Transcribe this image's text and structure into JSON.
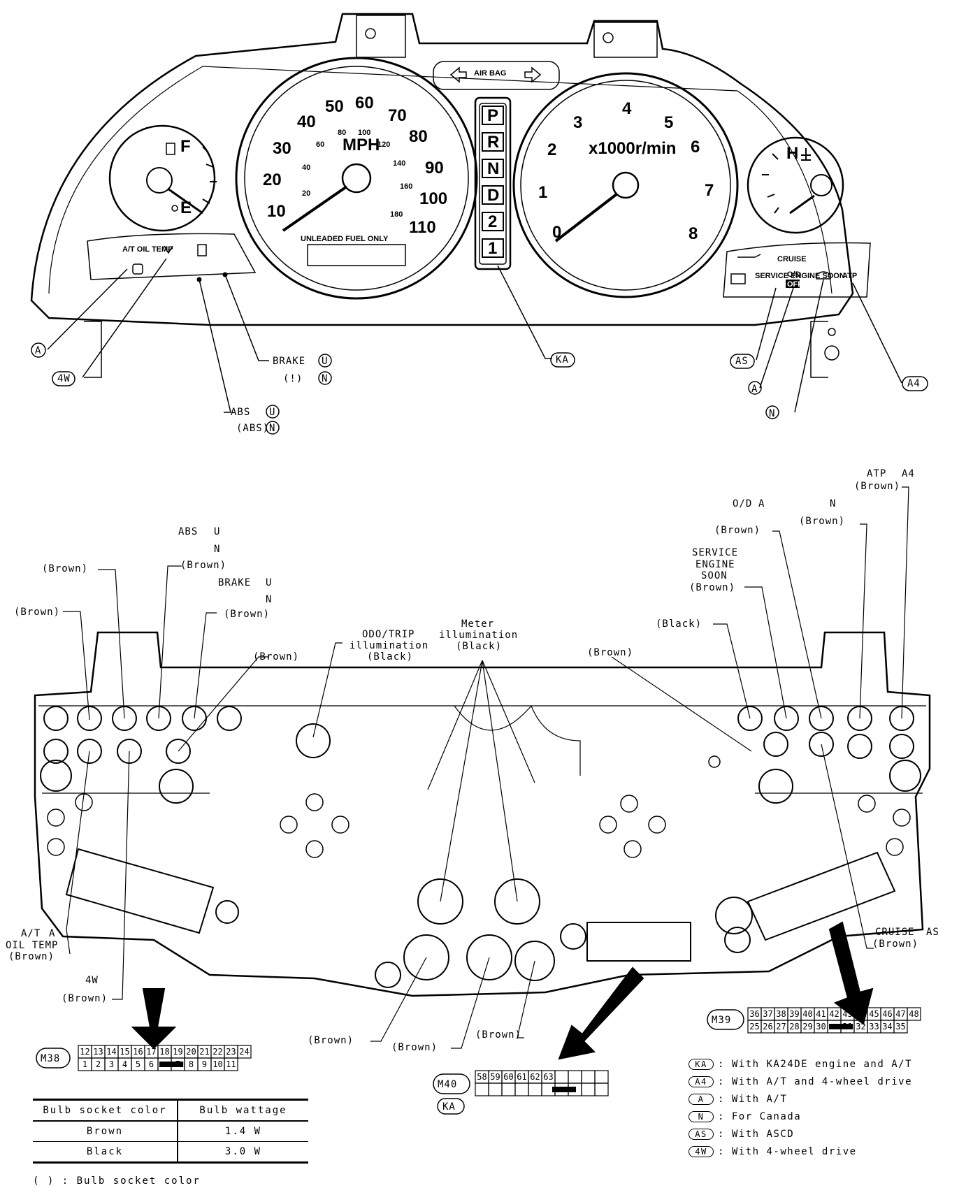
{
  "cluster": {
    "airbag": "AIR BAG",
    "fuel_full": "F",
    "fuel_empty": "E",
    "temp_hot": "H",
    "speed_unit": "MPH",
    "speed_mph": [
      "10",
      "20",
      "30",
      "40",
      "50",
      "60",
      "70",
      "80",
      "90",
      "100",
      "110"
    ],
    "speed_kmh": [
      "20",
      "40",
      "60",
      "80",
      "100",
      "120",
      "140",
      "160",
      "180"
    ],
    "rpm_unit": "x1000r/min",
    "rpm_numbers": [
      "0",
      "1",
      "2",
      "3",
      "4",
      "5",
      "6",
      "7",
      "8"
    ],
    "fuel_note": "UNLEADED FUEL ONLY",
    "gears": [
      "P",
      "R",
      "N",
      "D",
      "2",
      "1"
    ],
    "at_oil_temp": "A/T OIL TEMP",
    "cruise": "CRUISE",
    "service_engine_soon": "SERVICE ENGINE SOON",
    "od": "O/D",
    "od_off": "OFF",
    "atp": "ATP"
  },
  "top_callouts": {
    "a_left": "A",
    "four_w": "4W",
    "brake": "BRAKE",
    "brake_u": "U",
    "brake_sym": "(!)",
    "brake_n": "N",
    "abs": "ABS",
    "abs_u": "U",
    "abs_sym": "(ABS)",
    "abs_n": "N",
    "ka": "KA",
    "as": "AS",
    "a_right": "A",
    "n_right": "N",
    "a4": "A4"
  },
  "bottom_labels": {
    "brown_4wd": "(Brown)",
    "brown_temp": "(Brown)",
    "abs_label": "ABS",
    "abs_code_u": "U",
    "abs_code_n": "N",
    "abs_brown": "(Brown)",
    "brake_label": "BRAKE",
    "brake_code_u": "U",
    "brake_code_n": "N",
    "brake_brown": "(Brown)",
    "fuel_brown": "(Brown)",
    "odo_line1": "ODO/TRIP",
    "odo_line2": "illumination",
    "odo_line3": "(Black)",
    "meter_line1": "Meter",
    "meter_line2": "illumination",
    "meter_line3": "(Black)",
    "oil_brown": "(Brown)",
    "battery_black": "(Black)",
    "ses_line1": "SERVICE",
    "ses_line2": "ENGINE",
    "ses_line3": "SOON",
    "ses_brown": "(Brown)",
    "od_label": "O/D",
    "od_code": "A",
    "od_brown": "(Brown)",
    "washer_code": "N",
    "washer_brown": "(Brown)",
    "atp_label": "ATP",
    "atp_code": "A4",
    "atp_brown": "(Brown)",
    "atoil_line1": "A/T",
    "atoil_code": "A",
    "atoil_line2": "OIL TEMP",
    "atoil_brown": "(Brown)",
    "fourw_code": "4W",
    "fourw_brown": "(Brown)",
    "left_brown": "(Brown)",
    "head_brown": "(Brown)",
    "right_brown": "(Brown)",
    "cruise_label": "CRUISE",
    "cruise_code": "AS",
    "cruise_brown": "(Brown)"
  },
  "connectors": {
    "m38": {
      "name": "M38",
      "top": [
        "12",
        "13",
        "14",
        "15",
        "16",
        "17",
        "18",
        "19",
        "20",
        "21",
        "22",
        "23",
        "24"
      ],
      "bottom": [
        "1",
        "2",
        "3",
        "4",
        "5",
        "6",
        "",
        "7",
        "8",
        "9",
        "10",
        "11"
      ]
    },
    "m39": {
      "name": "M39",
      "top": [
        "36",
        "37",
        "38",
        "39",
        "40",
        "41",
        "42",
        "43",
        "44",
        "45",
        "46",
        "47",
        "48"
      ],
      "bottom": [
        "25",
        "26",
        "27",
        "28",
        "29",
        "30",
        "",
        "31",
        "32",
        "33",
        "34",
        "35"
      ]
    },
    "m40": {
      "name": "M40",
      "code": "KA",
      "top": [
        "58",
        "59",
        "60",
        "61",
        "62",
        "63",
        "",
        "",
        "",
        ""
      ]
    }
  },
  "table": {
    "headers": [
      "Bulb socket color",
      "Bulb wattage"
    ],
    "rows": [
      [
        "Brown",
        "1.4 W"
      ],
      [
        "Black",
        "3.0 W"
      ]
    ],
    "note": "( ) : Bulb socket color"
  },
  "legend": [
    {
      "code": "KA",
      "text": ": With KA24DE engine and A/T"
    },
    {
      "code": "A4",
      "text": ": With A/T and 4-wheel drive"
    },
    {
      "code": "A",
      "text": ": With A/T"
    },
    {
      "code": "N",
      "text": ": For Canada"
    },
    {
      "code": "AS",
      "text": ": With ASCD"
    },
    {
      "code": "4W",
      "text": ": With 4-wheel drive"
    }
  ]
}
